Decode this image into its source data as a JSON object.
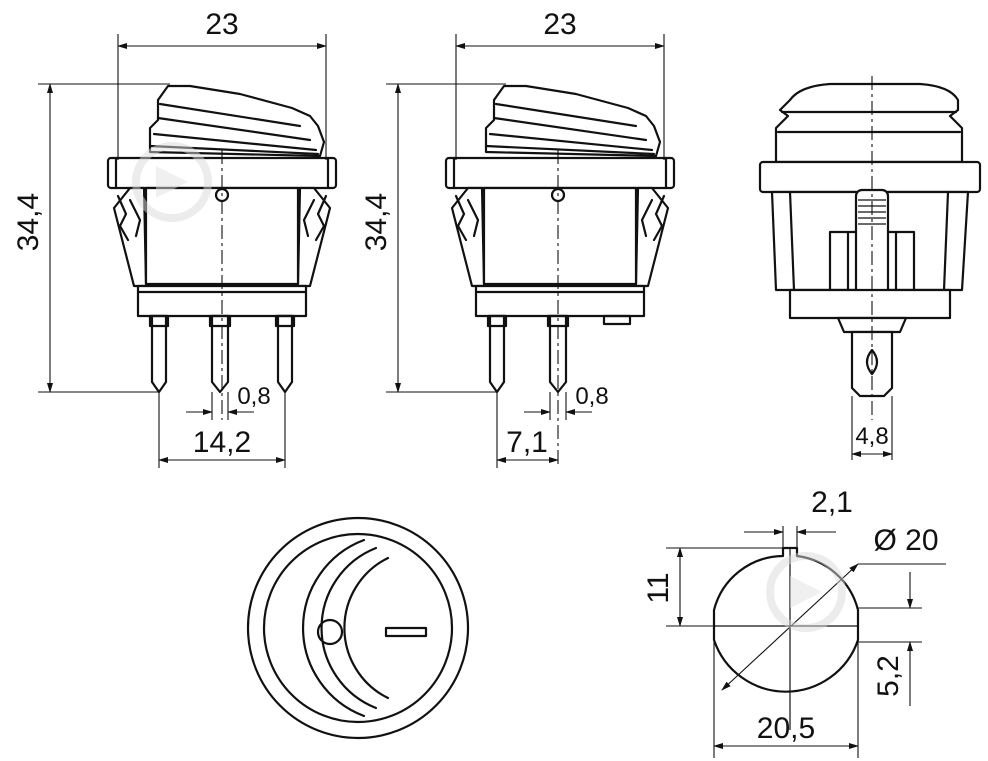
{
  "view_front_left": {
    "width_label": "23",
    "height_label": "34,4",
    "pin_thickness_label": "0,8",
    "pin_spacing_label": "14,2"
  },
  "view_front_middle": {
    "width_label": "23",
    "height_label": "34,4",
    "pin_thickness_label": "0,8",
    "pin_spacing_label": "7,1"
  },
  "view_side": {
    "pin_width_label": "4,8"
  },
  "view_cutout": {
    "key_width_label": "2,1",
    "diameter_label": "Ø 20",
    "key_depth_label": "11",
    "flat_label": "5,2",
    "flat_width_label": "20,5"
  },
  "colors": {
    "line": "#111111",
    "background": "#ffffff",
    "watermark": "#d9d9d9"
  }
}
